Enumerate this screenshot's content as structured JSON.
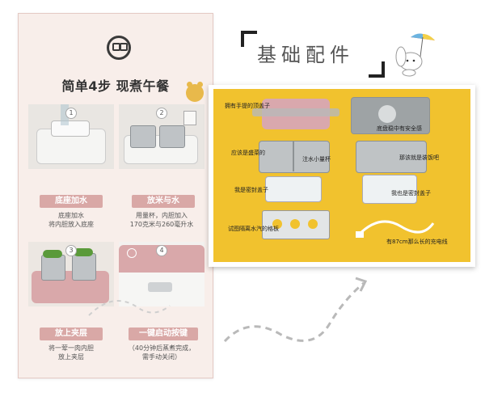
{
  "left_card": {
    "title": "简单4步 现煮午餐",
    "steps": [
      {
        "num": "1",
        "label": "底座加水",
        "desc": [
          "底座加水",
          "将内胆放入底座"
        ]
      },
      {
        "num": "2",
        "label": "放米与水",
        "desc": [
          "用量杯，内胆加入",
          "170克米与260毫升水"
        ]
      },
      {
        "num": "3",
        "label": "放上夹层",
        "desc": [
          "将一荤一肉内胆",
          "放上夹层"
        ]
      },
      {
        "num": "4",
        "label": "一键启动按键",
        "desc": [
          "（40分钟后蒸煮完成，",
          "需手动关闭）"
        ]
      }
    ]
  },
  "right_panel": {
    "title": "基础配件",
    "part_labels": [
      "拥有手提的顶盖子",
      "底盘稳中有安全感",
      "应该是盛菜的",
      "注水小量杯",
      "那该就是装饭吧",
      "我是密封盖子",
      "我也是密封盖子",
      "试图隔离水汽的格板",
      "有87cm那么长的充电线"
    ]
  },
  "colors": {
    "accent_pink": "#d9a8a6",
    "photo_yellow": "#f1c22e",
    "card_bg": "#f8eeea"
  }
}
